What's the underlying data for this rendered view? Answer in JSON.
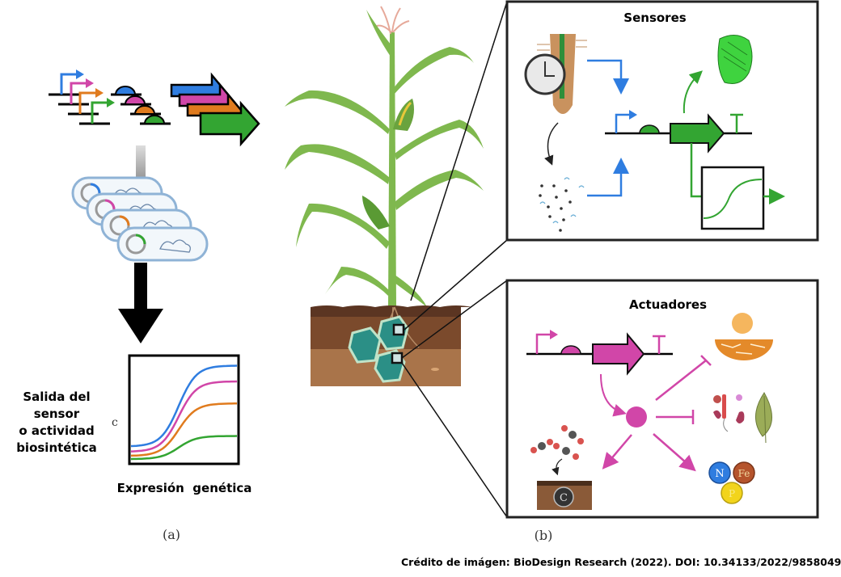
{
  "panel_a": {
    "label": "(a)",
    "y_axis_label_lines": [
      "Salida del",
      "sensor",
      "o actividad",
      "biosintética"
    ],
    "y_axis_tick": "c",
    "x_axis_label": "Expresión  genética",
    "series_colors": [
      "#2f7de0",
      "#d146a8",
      "#e07b1e",
      "#33a532"
    ],
    "curves": [
      {
        "name": "blue",
        "low": 0.15,
        "high": 0.92
      },
      {
        "name": "magenta",
        "low": 0.1,
        "high": 0.77
      },
      {
        "name": "orange",
        "low": 0.06,
        "high": 0.56
      },
      {
        "name": "green",
        "low": 0.03,
        "high": 0.25
      }
    ]
  },
  "panel_b": {
    "label": "(b)",
    "sensors_title": "Sensores",
    "actuators_title": "Actuadores",
    "nutrients": [
      "N",
      "Fe",
      "P"
    ],
    "carbon_symbol": "C",
    "molecule_symbol": "C"
  },
  "colors": {
    "blue": "#2f7de0",
    "magenta": "#d146a8",
    "orange": "#e07b1e",
    "green": "#33a532",
    "soil_dark": "#6b3f22",
    "soil_light": "#b27a4d",
    "leaf": "#7fb84e"
  },
  "credit": "Crédito de imágen: BioDesign Research (2022). DOI: 10.34133/2022/9858049"
}
